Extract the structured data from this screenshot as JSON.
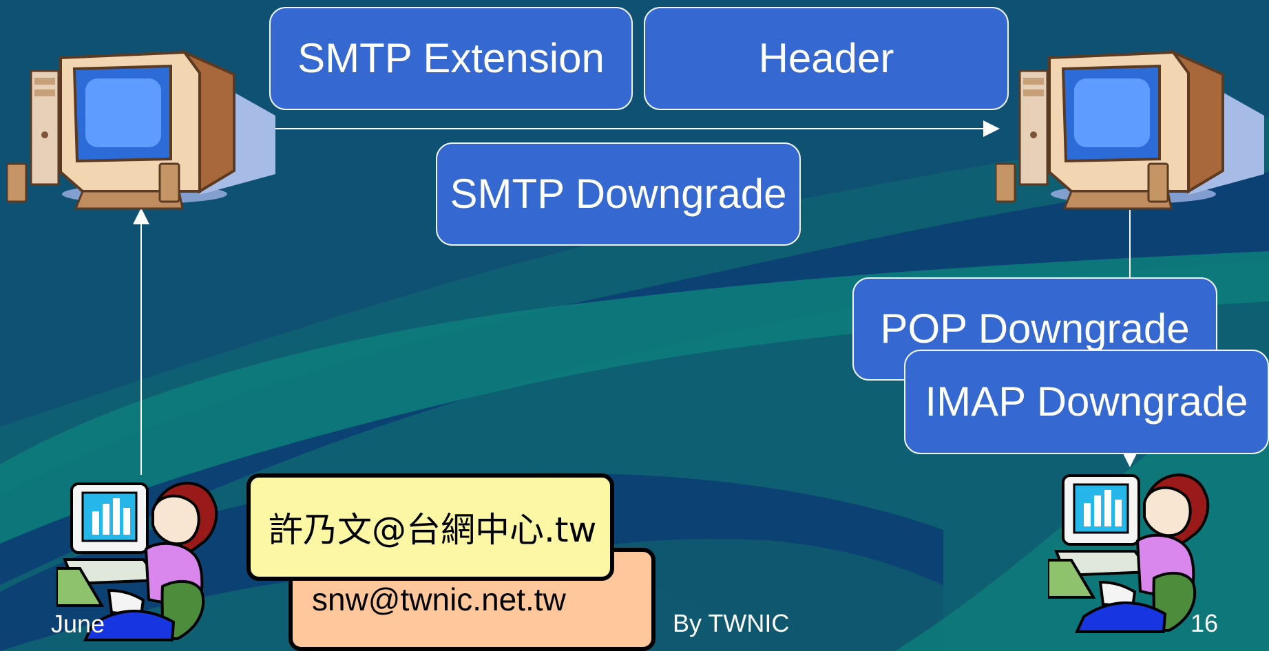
{
  "boxes": {
    "smtp_extension": "SMTP Extension",
    "header": "Header",
    "smtp_downgrade": "SMTP Downgrade",
    "pop_downgrade": "POP Downgrade",
    "imap_downgrade": "IMAP Downgrade"
  },
  "emails": {
    "unicode": "許乃文@台網中心.tw",
    "ascii": "snw@twnic.net.tw"
  },
  "footer": {
    "left": "June",
    "center": "By  TWNIC",
    "right": "16"
  },
  "colors": {
    "background": "#0f5f73",
    "accent_box": "#3568d1",
    "yellow_card": "#fbf7a4",
    "orange_card": "#ffc79a"
  },
  "icons": {
    "computer_left": "computer-icon",
    "computer_right": "computer-icon",
    "user_left": "person-at-computer-icon",
    "user_right": "person-at-computer-icon"
  }
}
